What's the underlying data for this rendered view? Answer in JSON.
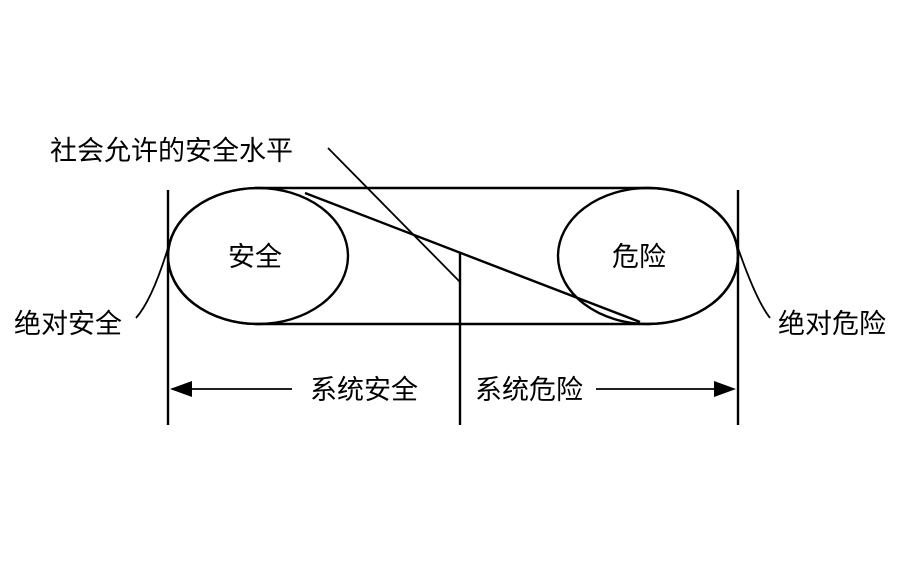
{
  "labels": {
    "social_level": "社会允许的安全水平",
    "safe": "安全",
    "danger": "危险",
    "absolute_safe": "绝对安全",
    "absolute_danger": "绝对危险",
    "system_safe": "系统安全",
    "system_danger": "系统危险"
  }
}
